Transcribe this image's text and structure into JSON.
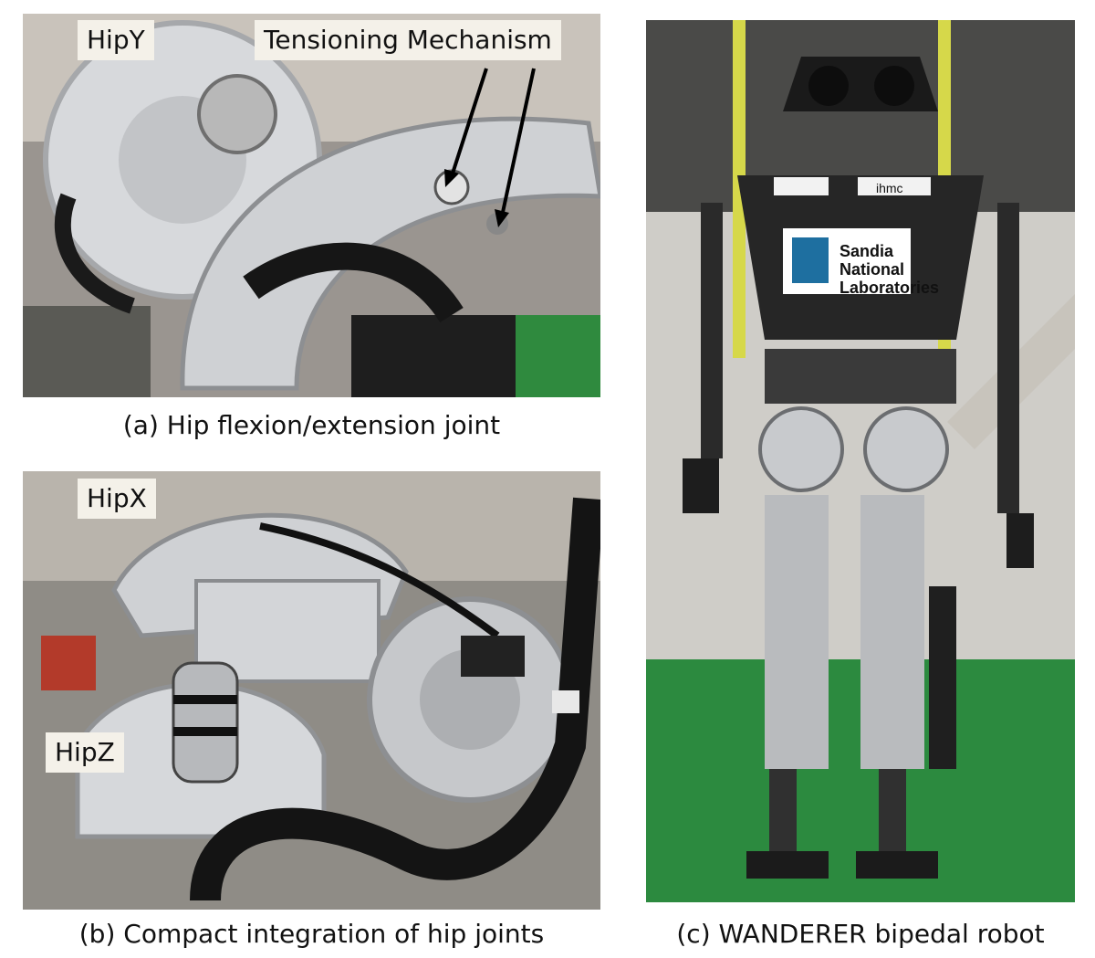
{
  "panels": {
    "a": {
      "caption": "(a) Hip flexion/extension joint",
      "labels": {
        "hipy": "HipY",
        "tensioning": "Tensioning Mechanism"
      }
    },
    "b": {
      "caption": "(b) Compact integration of hip joints",
      "labels": {
        "hipx": "HipX",
        "hipz": "HipZ"
      }
    },
    "c": {
      "caption": "(c) WANDERER bipedal robot",
      "robot_logo": {
        "line1": "Sandia",
        "line2": "National",
        "line3": "Laboratories"
      },
      "sponsor_ihmc": "ihmc"
    }
  }
}
